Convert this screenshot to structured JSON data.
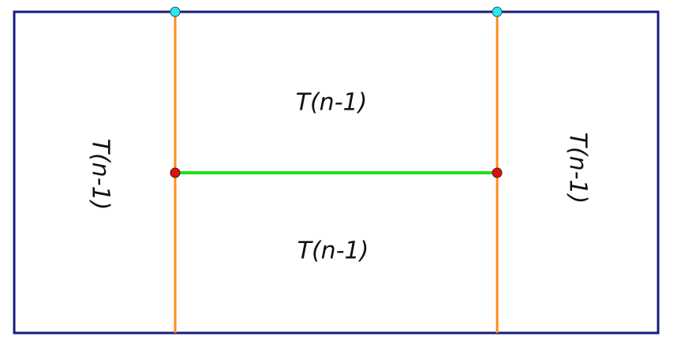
{
  "colors": {
    "border": "#1a1a80",
    "vertical_lines": "#ff8c1a",
    "horizontal_line": "#22e01e",
    "top_points": "#2ee6e6",
    "middle_points": "#dd1111"
  },
  "labels": {
    "top_center": "T(n-1)",
    "bottom_center": "T(n-1)",
    "left": "T(n-1)",
    "right": "T(n-1)"
  }
}
